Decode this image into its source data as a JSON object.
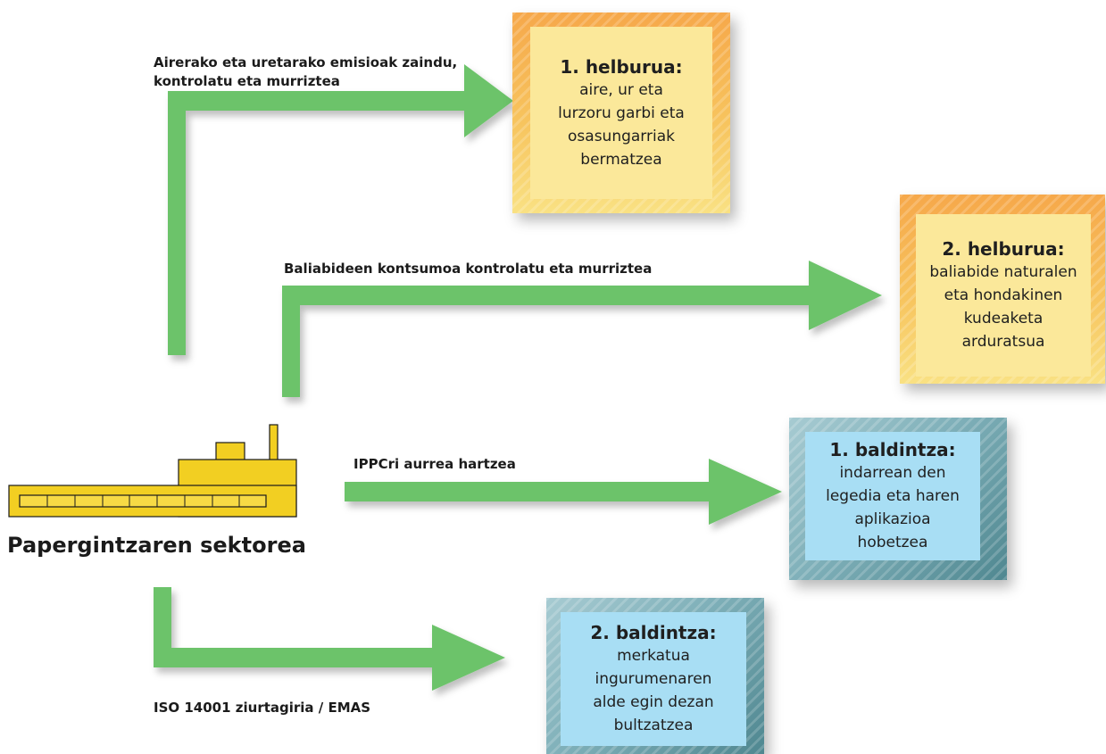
{
  "arrow_labels": {
    "air_water_line1": "Airerako eta uretarako emisioak zaindu,",
    "air_water_line2": "kontrolatu eta murriztea",
    "resources": "Baliabideen kontsumoa kontrolatu eta murriztea",
    "ippc": "IPPCri aurrea hartzea",
    "iso": "ISO 14001 ziurtagiria / EMAS"
  },
  "sector": {
    "label": "Papergintzaren sektorea"
  },
  "goals": [
    {
      "heading": "1. helburua:",
      "lines": [
        "aire, ur eta",
        "lurzoru garbi eta",
        "osasungarriak",
        "bermatzea"
      ]
    },
    {
      "heading": "2. helburua:",
      "lines": [
        "baliabide naturalen",
        "eta hondakinen",
        "kudeaketa",
        "arduratsua"
      ]
    }
  ],
  "conditions": [
    {
      "heading": "1. baldintza:",
      "lines": [
        "indarrean den",
        "legedia eta haren",
        "aplikazioa",
        "hobetzea"
      ]
    },
    {
      "heading": "2. baldintza:",
      "lines": [
        "merkatua",
        "ingurumenaren",
        "alde egin dezan",
        "bultzatzea"
      ]
    }
  ],
  "colors": {
    "arrow": "#6cc36a",
    "factory": "#f2cf22",
    "orange_frame": "#f6a84a",
    "orange_inner": "#fbe89a",
    "teal_frame": "#6fa2ab",
    "teal_inner": "#a8def4"
  }
}
